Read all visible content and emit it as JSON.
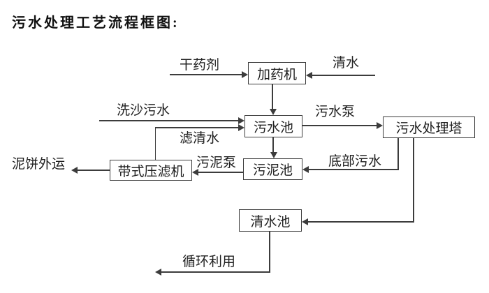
{
  "title": "污水处理工艺流程框图:",
  "nodes": {
    "dosing_machine": {
      "label": "加药机"
    },
    "sewage_pool": {
      "label": "污水池"
    },
    "sewage_treatment_tower": {
      "label": "污水处理塔"
    },
    "sludge_pool": {
      "label": "污泥池"
    },
    "belt_filter_press": {
      "label": "带式压滤机"
    },
    "clean_water_pool": {
      "label": "清水池"
    }
  },
  "flows": {
    "dry_chemical": "干药剂",
    "clean_water": "清水",
    "sand_washing_sewage": "洗沙污水",
    "filtered_water": "滤清水",
    "sewage_pump": "污水泵",
    "bottom_sewage": "底部污水",
    "sludge_pump": "污泥泵",
    "mud_cake_outbound": "泥饼外运",
    "recycle_use": "循环利用"
  },
  "colors": {
    "background": "#ffffff",
    "line": "#3c3c3c",
    "text": "#1f1f1f"
  }
}
